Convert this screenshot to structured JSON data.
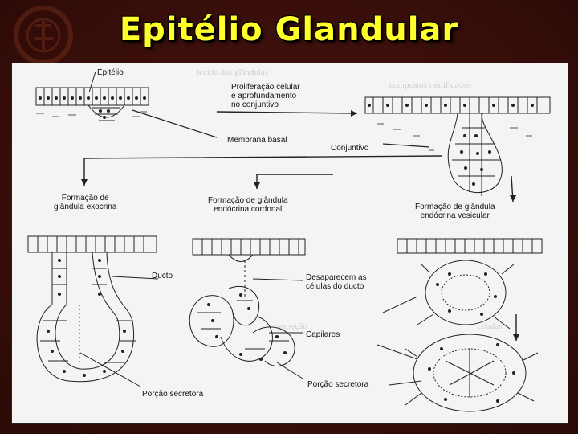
{
  "slide": {
    "title": "Epitélio Glandular"
  },
  "figure": {
    "labels": {
      "epitelio": "Epitélio",
      "proliferacao": "Proliferação celular\ne aprofundamento\nno conjuntivo",
      "membrana_basal": "Membrana basal",
      "conjuntivo": "Conjuntivo",
      "exocrina": "Formação de\nglândula exocrina",
      "cordonal": "Formação de glândula\nendócrina cordonal",
      "vesicular": "Formação de glândula\nendócrina vesicular",
      "ducto": "Ducto",
      "desaparecem": "Desaparecem as\ncélulas do ducto",
      "capilares": "Capilares",
      "porcao_secretora_left": "Porção secretora",
      "porcao_secretora_right": "Porção secretora"
    }
  }
}
